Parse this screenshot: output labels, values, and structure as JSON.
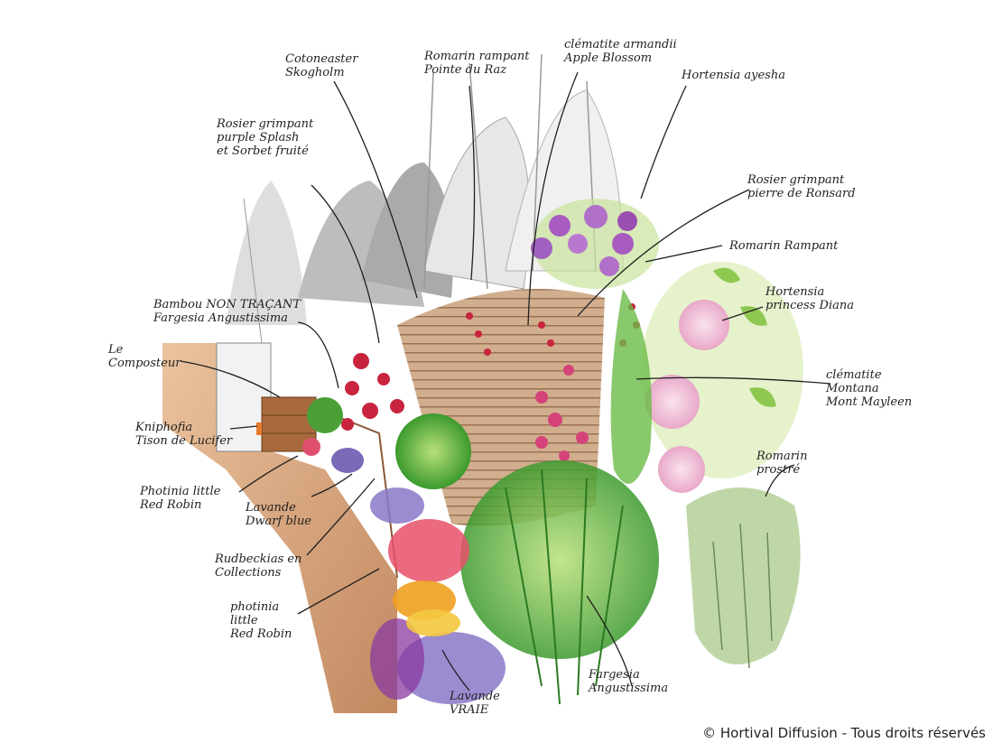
{
  "labels": {
    "cotoneaster": [
      "Cotoneaster",
      "Skogholm"
    ],
    "romarin_pointe": [
      "Romarin rampant",
      "Pointe du Raz"
    ],
    "clematite_armandii": [
      "clématite armandii",
      "Apple Blossom"
    ],
    "hortensia_ayesha": [
      "Hortensia ayesha"
    ],
    "rosier_purple": [
      "Rosier grimpant",
      "purple Splash",
      "et Sorbet fruité"
    ],
    "rosier_ronsard": [
      "Rosier grimpant",
      "pierre de Ronsard"
    ],
    "romarin_rampant": [
      "Romarin Rampant"
    ],
    "hortensia_diana": [
      "Hortensia",
      "princess Diana"
    ],
    "bambou": [
      "Bambou NON TRAÇANT",
      "Fargesia Angustissima"
    ],
    "composteur": [
      "Le",
      "Composteur"
    ],
    "clematite_montana": [
      "clématite",
      "Montana",
      "Mont Mayleen"
    ],
    "kniphofia": [
      "Kniphofia",
      "Tison de Lucifer"
    ],
    "romarin_prostre": [
      "Romarin",
      "prostré"
    ],
    "photinia_1": [
      "Photinia little",
      "Red Robin"
    ],
    "lavande_dwarf": [
      "Lavande",
      "Dwarf blue"
    ],
    "rudbeckias": [
      "Rudbeckias en",
      "Collections"
    ],
    "photinia_2": [
      "photinia",
      "little",
      "Red Robin"
    ],
    "fargesia": [
      "Fargesia",
      "Angustissima"
    ],
    "lavande_vraie": [
      "Lavande",
      "VRAIE"
    ]
  },
  "copyright": "© Hortival Diffusion - Tous droits réservés",
  "colors": {
    "ink": "#1f1f1f",
    "wood": "#c98a55",
    "leaf_light": "#a8d86a",
    "leaf_dark": "#3c9a2e",
    "rose_red": "#c8243e",
    "hydrangea_purple": "#a85cc0",
    "hydrangea_pink": "#e8a8c8",
    "lavender": "#8a78c8",
    "sky_grey": "#9a9a9a"
  }
}
